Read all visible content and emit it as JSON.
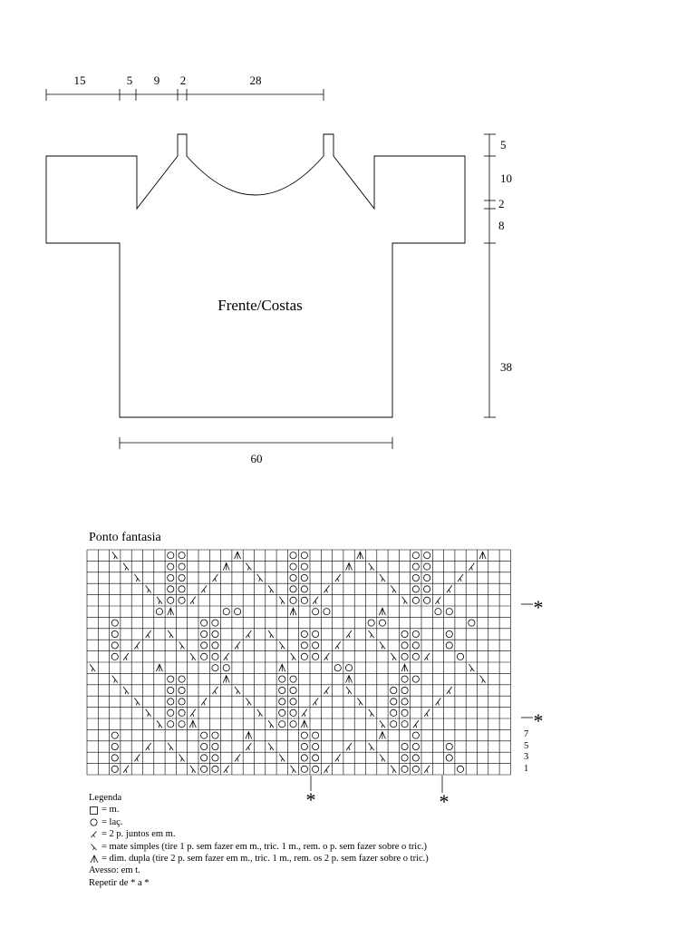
{
  "garment": {
    "label": "Frente/Costas",
    "top_dims": [
      "15",
      "5",
      "9",
      "2",
      "28"
    ],
    "right_dims": [
      "5",
      "10",
      "2",
      "8",
      "38"
    ],
    "bottom_dim": "60"
  },
  "chart": {
    "title": "Ponto fantasia",
    "row_numbers": [
      "7",
      "5",
      "3",
      "1"
    ],
    "repeat_marker": "*",
    "cols": 38,
    "rows": 20
  },
  "legend": {
    "title": "Legenda",
    "items": [
      {
        "icon": "square-icon",
        "text": "= m."
      },
      {
        "icon": "circle-icon",
        "text": "= laç."
      },
      {
        "icon": "k2tog-icon",
        "text": "= 2 p. juntos em m."
      },
      {
        "icon": "ssk-icon",
        "text": "= mate simples (tire 1 p. sem fazer em m., tric. 1 m., rem. o p. sem fazer sobre o tric.)"
      },
      {
        "icon": "double-dec-icon",
        "text": "= dim. dupla (tire 2 p. sem fazer em m., tric. 1 m., rem. os 2 p. sem fazer sobre o tric.)"
      }
    ],
    "notes": [
      "Avesso: em t.",
      "Repetir de * a *"
    ]
  }
}
